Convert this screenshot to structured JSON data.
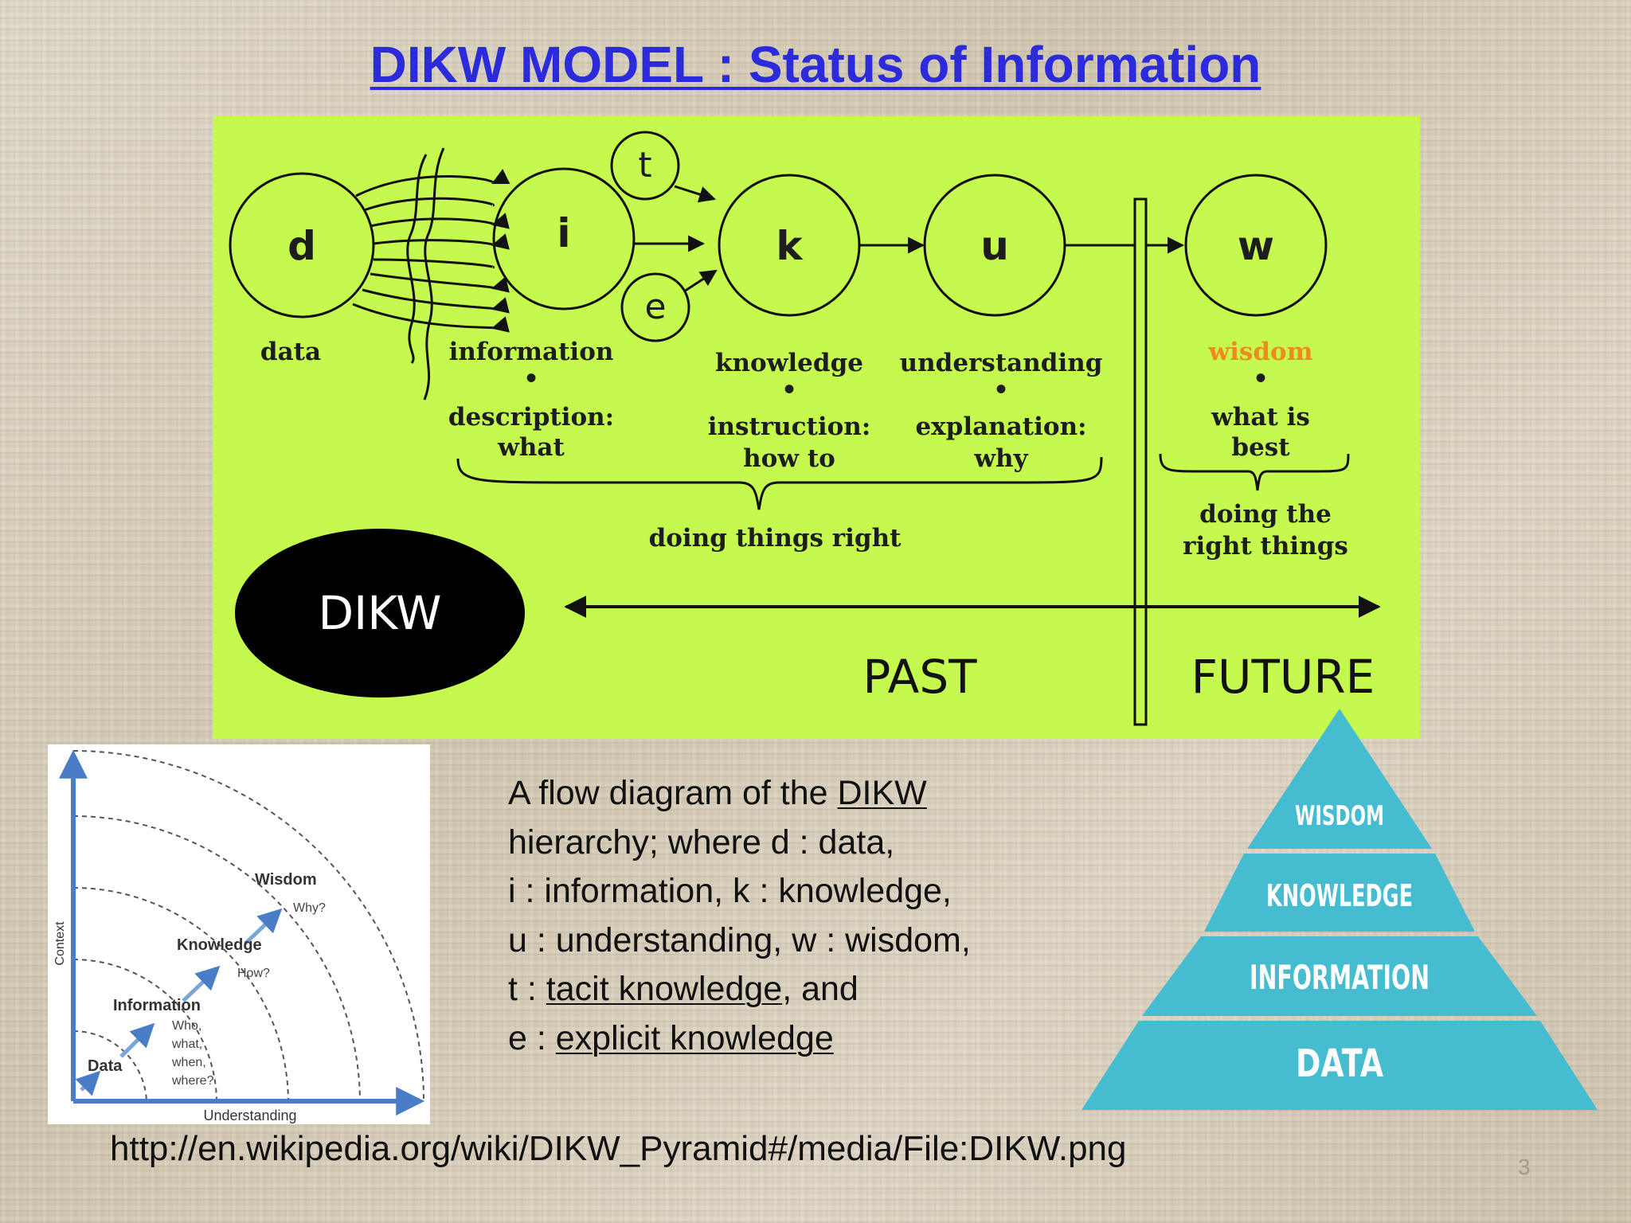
{
  "slide": {
    "title": "DIKW MODEL : Status of Information",
    "url": "http://en.wikipedia.org/wiki/DIKW_Pyramid#/media/File:DIKW.png",
    "page_number": "3"
  },
  "flow": {
    "nodes": {
      "d": "d",
      "i": "i",
      "k": "k",
      "u": "u",
      "w": "w",
      "t": "t",
      "e": "e"
    },
    "labels": {
      "data": "data",
      "information": "information",
      "knowledge": "knowledge",
      "understanding": "understanding",
      "wisdom": "wisdom"
    },
    "descriptions": {
      "info_1": "description:",
      "info_2": "what",
      "know_1": "instruction:",
      "know_2": "how to",
      "under_1": "explanation:",
      "under_2": "why",
      "wis_1": "what is",
      "wis_2": "best"
    },
    "bullet": "•",
    "doing_right": "doing things right",
    "right_things_1": "doing the",
    "right_things_2": "right things",
    "dikw_badge": "DIKW",
    "past": "PAST",
    "future": "FUTURE",
    "colors": {
      "background": "#c5f94d",
      "wisdom": "#f08a1e",
      "badge": "#000000"
    }
  },
  "mini_chart": {
    "y_axis": "Context",
    "x_axis": "Understanding",
    "levels": [
      "Data",
      "Information",
      "Knowledge",
      "Wisdom"
    ],
    "questions": {
      "info_1": "Who,",
      "info_2": "what,",
      "info_3": "when,",
      "info_4": "where?",
      "knowledge": "How?",
      "wisdom": "Why?"
    },
    "colors": {
      "arrow": "#4a7dc8"
    }
  },
  "caption": {
    "line1_a": "A flow diagram of the ",
    "line1_link": "DIKW",
    "line2": "hierarchy; where d : data,",
    "line3": "i : information, k : knowledge,",
    "line4": "u : understanding, w : wisdom,",
    "line5_a": "t : ",
    "line5_link": "tacit knowledge",
    "line5_b": ", and",
    "line6_a": "e : ",
    "line6_link": "explicit knowledge"
  },
  "pyramid": {
    "levels": [
      "WISDOM",
      "KNOWLEDGE",
      "INFORMATION",
      "DATA"
    ],
    "colors": {
      "fill": "#45bcd0",
      "text": "#ffffff"
    }
  }
}
